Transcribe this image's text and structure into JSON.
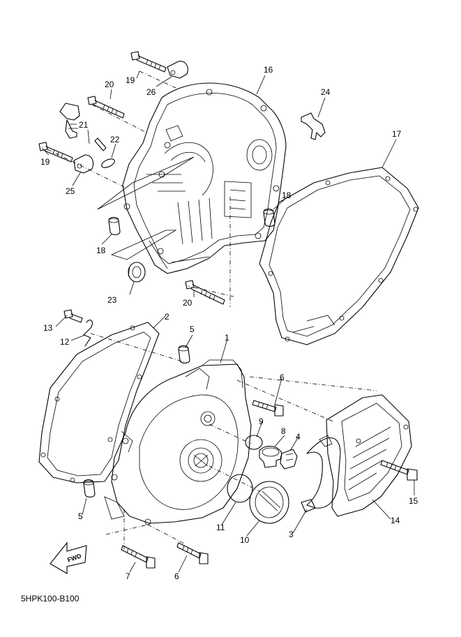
{
  "diagram": {
    "code": "5HPK100-B100",
    "fwd_label": "FWD",
    "callouts": [
      {
        "id": "c19a",
        "label": "19"
      },
      {
        "id": "c26",
        "label": "26"
      },
      {
        "id": "c16",
        "label": "16"
      },
      {
        "id": "c20a",
        "label": "20"
      },
      {
        "id": "c24",
        "label": "24"
      },
      {
        "id": "c21",
        "label": "21"
      },
      {
        "id": "c22",
        "label": "22"
      },
      {
        "id": "c17",
        "label": "17"
      },
      {
        "id": "c19b",
        "label": "19"
      },
      {
        "id": "c25",
        "label": "25"
      },
      {
        "id": "c18a",
        "label": "18"
      },
      {
        "id": "c18b",
        "label": "18"
      },
      {
        "id": "c23",
        "label": "23"
      },
      {
        "id": "c20b",
        "label": "20"
      },
      {
        "id": "c13",
        "label": "13"
      },
      {
        "id": "c2",
        "label": "2"
      },
      {
        "id": "c12",
        "label": "12"
      },
      {
        "id": "c5a",
        "label": "5"
      },
      {
        "id": "c1",
        "label": "1"
      },
      {
        "id": "c6a",
        "label": "6"
      },
      {
        "id": "c9",
        "label": "9"
      },
      {
        "id": "c8",
        "label": "8"
      },
      {
        "id": "c4",
        "label": "4"
      },
      {
        "id": "c15",
        "label": "15"
      },
      {
        "id": "c14",
        "label": "14"
      },
      {
        "id": "c5b",
        "label": "5"
      },
      {
        "id": "c11",
        "label": "11"
      },
      {
        "id": "c10",
        "label": "10"
      },
      {
        "id": "c3",
        "label": "3"
      },
      {
        "id": "c7",
        "label": "7"
      },
      {
        "id": "c6b",
        "label": "6"
      }
    ]
  }
}
